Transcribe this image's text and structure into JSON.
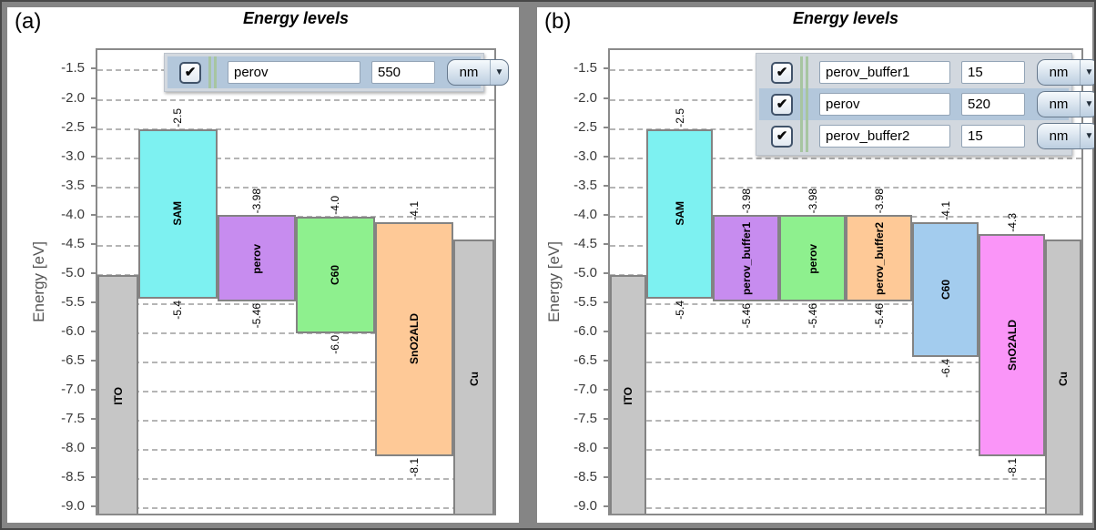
{
  "figure": {
    "panel_labels": [
      "(a)",
      "(b)"
    ],
    "check_glyph": "✔",
    "dropdown_arrow_glyph": "▼"
  },
  "chart_data": [
    {
      "panel": "a",
      "type": "bar",
      "subtype": "energy-level-band-diagram",
      "title": "Energy levels",
      "ylabel": "Energy [eV]",
      "ylim": [
        -9.15,
        -1.15
      ],
      "grid": "horizontal-dashed",
      "yticks": [
        "-1.5",
        "-2.0",
        "-2.5",
        "-3.0",
        "-3.5",
        "-4.0",
        "-4.5",
        "-5.0",
        "-5.5",
        "-6.0",
        "-6.5",
        "-7.0",
        "-7.5",
        "-8.0",
        "-8.5",
        "-9.0"
      ],
      "layers": [
        {
          "name": "ITO",
          "color": "#c6c6c6",
          "top": -5.0,
          "extends_to_axis_bottom": true,
          "contact": true
        },
        {
          "name": "SAM",
          "color": "#7df1f1",
          "top": -2.5,
          "bottom": -5.4,
          "top_label": "-2.5",
          "bottom_label": "-5.4"
        },
        {
          "name": "perov",
          "color": "#c78cef",
          "top": -3.98,
          "bottom": -5.46,
          "top_label": "-3.98",
          "bottom_label": "-5.46"
        },
        {
          "name": "C60",
          "color": "#8ef08e",
          "top": -4.0,
          "bottom": -6.0,
          "top_label": "-4.0",
          "bottom_label": "-6.0"
        },
        {
          "name": "SnO2ALD",
          "color": "#fec997",
          "top": -4.1,
          "bottom": -8.1,
          "top_label": "-4.1",
          "bottom_label": "-8.1"
        },
        {
          "name": "Cu",
          "color": "#c6c6c6",
          "top": -4.4,
          "extends_to_axis_bottom": true,
          "contact": true
        }
      ],
      "overlay_rows": [
        {
          "checkbox_checked": true,
          "name": "perov",
          "thickness": "550",
          "unit": "nm",
          "highlighted": true
        }
      ]
    },
    {
      "panel": "b",
      "type": "bar",
      "subtype": "energy-level-band-diagram",
      "title": "Energy levels",
      "ylabel": "Energy [eV]",
      "ylim": [
        -9.15,
        -1.15
      ],
      "grid": "horizontal-dashed",
      "yticks": [
        "-1.5",
        "-2.0",
        "-2.5",
        "-3.0",
        "-3.5",
        "-4.0",
        "-4.5",
        "-5.0",
        "-5.5",
        "-6.0",
        "-6.5",
        "-7.0",
        "-7.5",
        "-8.0",
        "-8.5",
        "-9.0"
      ],
      "layers": [
        {
          "name": "ITO",
          "color": "#c6c6c6",
          "top": -5.0,
          "extends_to_axis_bottom": true,
          "contact": true
        },
        {
          "name": "SAM",
          "color": "#7df1f1",
          "top": -2.5,
          "bottom": -5.4,
          "top_label": "-2.5",
          "bottom_label": "-5.4"
        },
        {
          "name": "perov_buffer1",
          "color": "#c78cef",
          "top": -3.98,
          "bottom": -5.46,
          "top_label": "-3.98",
          "bottom_label": "-5.46"
        },
        {
          "name": "perov",
          "color": "#8ef08e",
          "top": -3.98,
          "bottom": -5.46,
          "top_label": "-3.98",
          "bottom_label": "-5.46"
        },
        {
          "name": "perov_buffer2",
          "color": "#fec997",
          "top": -3.98,
          "bottom": -5.46,
          "top_label": "-3.98",
          "bottom_label": "-5.46"
        },
        {
          "name": "C60",
          "color": "#a3ccee",
          "top": -4.1,
          "bottom": -6.4,
          "top_label": "-4.1",
          "bottom_label": "-6.4"
        },
        {
          "name": "SnO2ALD",
          "color": "#fa95f8",
          "top": -4.3,
          "bottom": -8.1,
          "top_label": "-4.3",
          "bottom_label": "-8.1"
        },
        {
          "name": "Cu",
          "color": "#c6c6c6",
          "top": -4.4,
          "extends_to_axis_bottom": true,
          "contact": true
        }
      ],
      "overlay_rows": [
        {
          "checkbox_checked": true,
          "name": "perov_buffer1",
          "thickness": "15",
          "unit": "nm",
          "highlighted": false
        },
        {
          "checkbox_checked": true,
          "name": "perov",
          "thickness": "520",
          "unit": "nm",
          "highlighted": true
        },
        {
          "checkbox_checked": true,
          "name": "perov_buffer2",
          "thickness": "15",
          "unit": "nm",
          "highlighted": false
        }
      ]
    }
  ]
}
